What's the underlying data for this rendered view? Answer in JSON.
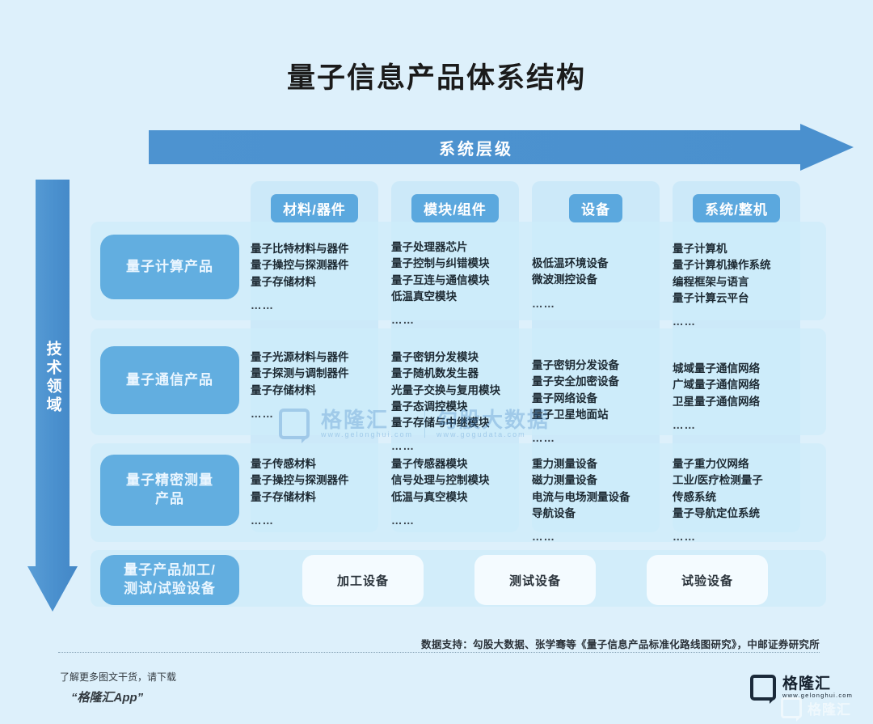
{
  "title": "量子信息产品体系结构",
  "axes": {
    "horizontal_label": "系统层级",
    "vertical_label": "技术领域"
  },
  "columns": [
    {
      "label": "材料/器件"
    },
    {
      "label": "模块/组件"
    },
    {
      "label": "设备"
    },
    {
      "label": "系统/整机"
    }
  ],
  "rows": [
    {
      "label": "量子计算产品",
      "cells": [
        {
          "items": "量子比特材料与器件\n量子操控与探测器件\n量子存储材料",
          "dots": "……"
        },
        {
          "items": "量子处理器芯片\n量子控制与纠错模块\n量子互连与通信模块\n低温真空模块",
          "dots": "……"
        },
        {
          "items": "极低温环境设备\n微波测控设备",
          "dots": "……"
        },
        {
          "items": "量子计算机\n量子计算机操作系统\n编程框架与语言\n量子计算云平台",
          "dots": "……"
        }
      ]
    },
    {
      "label": "量子通信产品",
      "cells": [
        {
          "items": "量子光源材料与器件\n量子探测与调制器件\n量子存储材料",
          "dots": "……"
        },
        {
          "items": "量子密钥分发模块\n量子随机数发生器\n光量子交换与复用模块\n量子态调控模块\n量子存储与中继模块",
          "dots": "……"
        },
        {
          "items": "量子密钥分发设备\n量子安全加密设备\n量子网络设备\n量子卫星地面站",
          "dots": "……"
        },
        {
          "items": "城域量子通信网络\n广域量子通信网络\n卫星量子通信网络",
          "dots": "……"
        }
      ]
    },
    {
      "label": "量子精密测量\n产品",
      "cells": [
        {
          "items": "量子传感材料\n量子操控与探测器件\n量子存储材料",
          "dots": "……"
        },
        {
          "items": "量子传感器模块\n信号处理与控制模块\n低温与真空模块",
          "dots": "……"
        },
        {
          "items": "重力测量设备\n磁力测量设备\n电流与电场测量设备\n导航设备",
          "dots": "……"
        },
        {
          "items": "量子重力仪网络\n工业/医疗检测量子\n传感系统\n量子导航定位系统",
          "dots": "……"
        }
      ]
    }
  ],
  "bottom_row": {
    "label": "量子产品加工/\n测试/试验设备",
    "boxes": [
      {
        "label": "加工设备"
      },
      {
        "label": "测试设备"
      },
      {
        "label": "试验设备"
      }
    ]
  },
  "watermark": {
    "brand": "格隆汇",
    "brand_url": "www.gelonghui.com",
    "partner": "勾股大数据",
    "partner_url": "www.gogudata.com"
  },
  "footer": {
    "source": "数据支持：勾股大数据、张学骞等《量子信息产品标准化路线图研究》，中邮证券研究所",
    "promo_line1": "了解更多图文干货，请下载",
    "promo_line2": "“格隆汇App”",
    "logo_text": "格隆汇",
    "logo_url": "www.gelonghui.com"
  },
  "colors": {
    "background": "#ddf0fb",
    "arrow": "#4a90ce",
    "chip": "#5ba8de",
    "row_pill": "#62aee0",
    "text": "#1d2a33"
  }
}
